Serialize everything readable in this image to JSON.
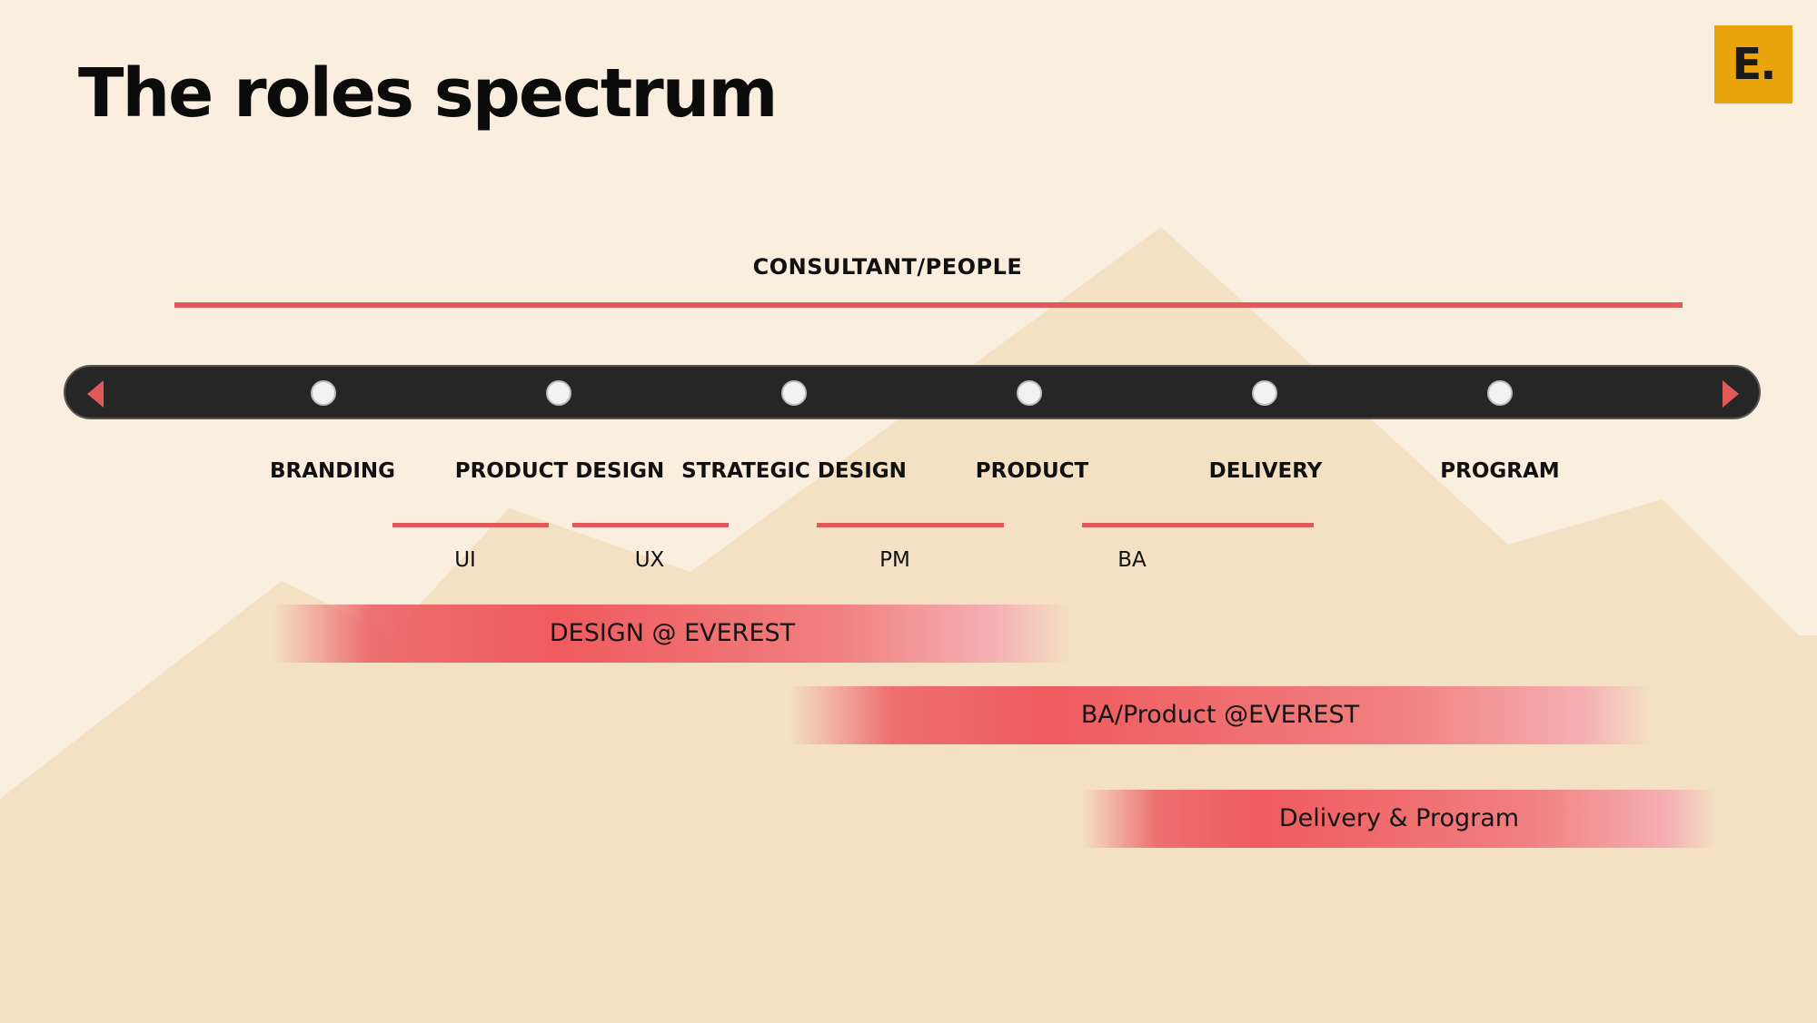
{
  "slide": {
    "title": "The roles spectrum",
    "logo_text": "E.",
    "accent_color": "#E05A5B",
    "logo_color": "#E9A30B",
    "background_color": "#FAEEDF"
  },
  "spectrum": {
    "top_label": "CONSULTANT/PEOPLE",
    "categories": [
      {
        "label": "BRANDING"
      },
      {
        "label": "PRODUCT DESIGN"
      },
      {
        "label": "STRATEGIC DESIGN"
      },
      {
        "label": "PRODUCT"
      },
      {
        "label": "DELIVERY"
      },
      {
        "label": "PROGRAM"
      }
    ],
    "sub_roles": [
      {
        "label": "UI"
      },
      {
        "label": "UX"
      },
      {
        "label": "PM"
      },
      {
        "label": "BA"
      }
    ],
    "bands": [
      {
        "label": "DESIGN @ EVEREST"
      },
      {
        "label": "BA/Product @EVEREST"
      },
      {
        "label": "Delivery & Program"
      }
    ]
  }
}
